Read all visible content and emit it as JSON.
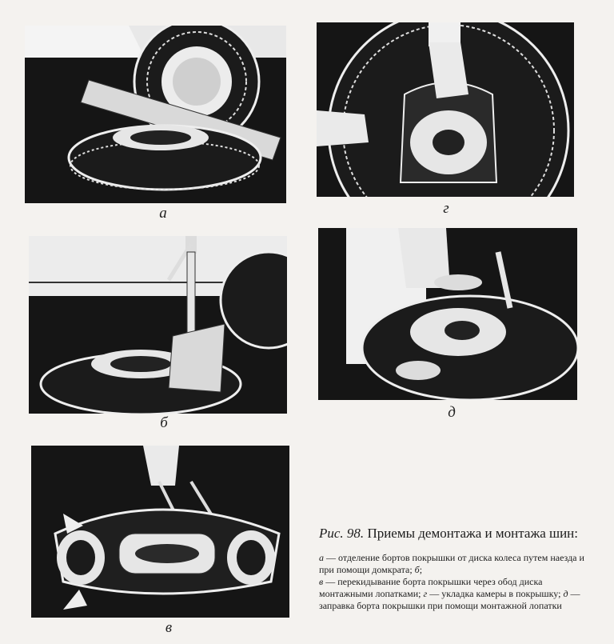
{
  "figures": [
    {
      "letter": "а",
      "illustration": "tire-bead-separation-by-driving"
    },
    {
      "letter": "г",
      "illustration": "inner-tube-insertion"
    },
    {
      "letter": "б",
      "illustration": "tire-bead-separation-by-jack"
    },
    {
      "letter": "д",
      "illustration": "bead-insertion-with-lever"
    },
    {
      "letter": "в",
      "illustration": "bead-over-rim-with-levers"
    }
  ],
  "caption": {
    "figure_label": "Рис. 98.",
    "title": "Приемы демонтажа и монтажа шин:",
    "legend": [
      {
        "mark": "а",
        "text": " — отделение бортов покрышки от диска колеса путем наезда и при помощи домкрата; "
      },
      {
        "mark": "б",
        "text": ";"
      },
      {
        "mark": "в",
        "text": " — перекидывание борта покрышки через обод диска монтажными лопатками; "
      },
      {
        "mark": "г",
        "text": " — укладка камеры в покрышку; "
      },
      {
        "mark": "д",
        "text": " — заправка борта покрышки при помощи монтажной лопатки"
      }
    ]
  },
  "colors": {
    "ink": "#151515",
    "paper": "#f4f2ef",
    "line": "#f0f0f0"
  }
}
